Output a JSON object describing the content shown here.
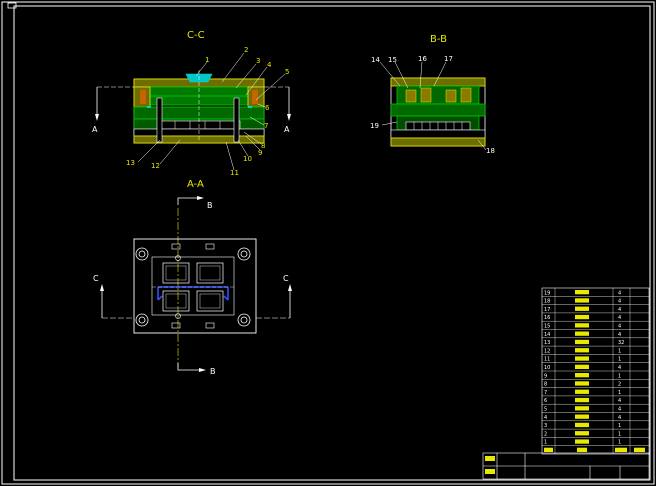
{
  "views": {
    "cc": {
      "title": "C-C"
    },
    "bb": {
      "title": "B-B"
    },
    "aa": {
      "title": "A-A"
    }
  },
  "cut_labels": {
    "a": "A",
    "b": "B",
    "c": "C"
  },
  "callouts": {
    "cc": [
      "1",
      "2",
      "3",
      "4",
      "5",
      "6",
      "7",
      "8",
      "9",
      "10",
      "11",
      "12",
      "13"
    ],
    "bb": [
      "14",
      "15",
      "16",
      "17",
      "18",
      "19"
    ]
  },
  "bom": {
    "rows": [
      {
        "no": "19",
        "qty": "4"
      },
      {
        "no": "18",
        "qty": "4"
      },
      {
        "no": "17",
        "qty": "4"
      },
      {
        "no": "16",
        "qty": "4"
      },
      {
        "no": "15",
        "qty": "4"
      },
      {
        "no": "14",
        "qty": "4"
      },
      {
        "no": "13",
        "qty": "32"
      },
      {
        "no": "12",
        "qty": "1"
      },
      {
        "no": "11",
        "qty": "1"
      },
      {
        "no": "10",
        "qty": "4"
      },
      {
        "no": "9",
        "qty": "1"
      },
      {
        "no": "8",
        "qty": "2"
      },
      {
        "no": "7",
        "qty": "1"
      },
      {
        "no": "6",
        "qty": "4"
      },
      {
        "no": "5",
        "qty": "4"
      },
      {
        "no": "4",
        "qty": "4"
      },
      {
        "no": "3",
        "qty": "1"
      },
      {
        "no": "2",
        "qty": "1"
      },
      {
        "no": "1",
        "qty": "1"
      }
    ]
  },
  "colors": {
    "border": "#ffffff",
    "yellow": "#e8e800",
    "green": "#00c800",
    "cyan": "#00d0d0",
    "blue": "#3050ff",
    "brown": "#c86400"
  }
}
